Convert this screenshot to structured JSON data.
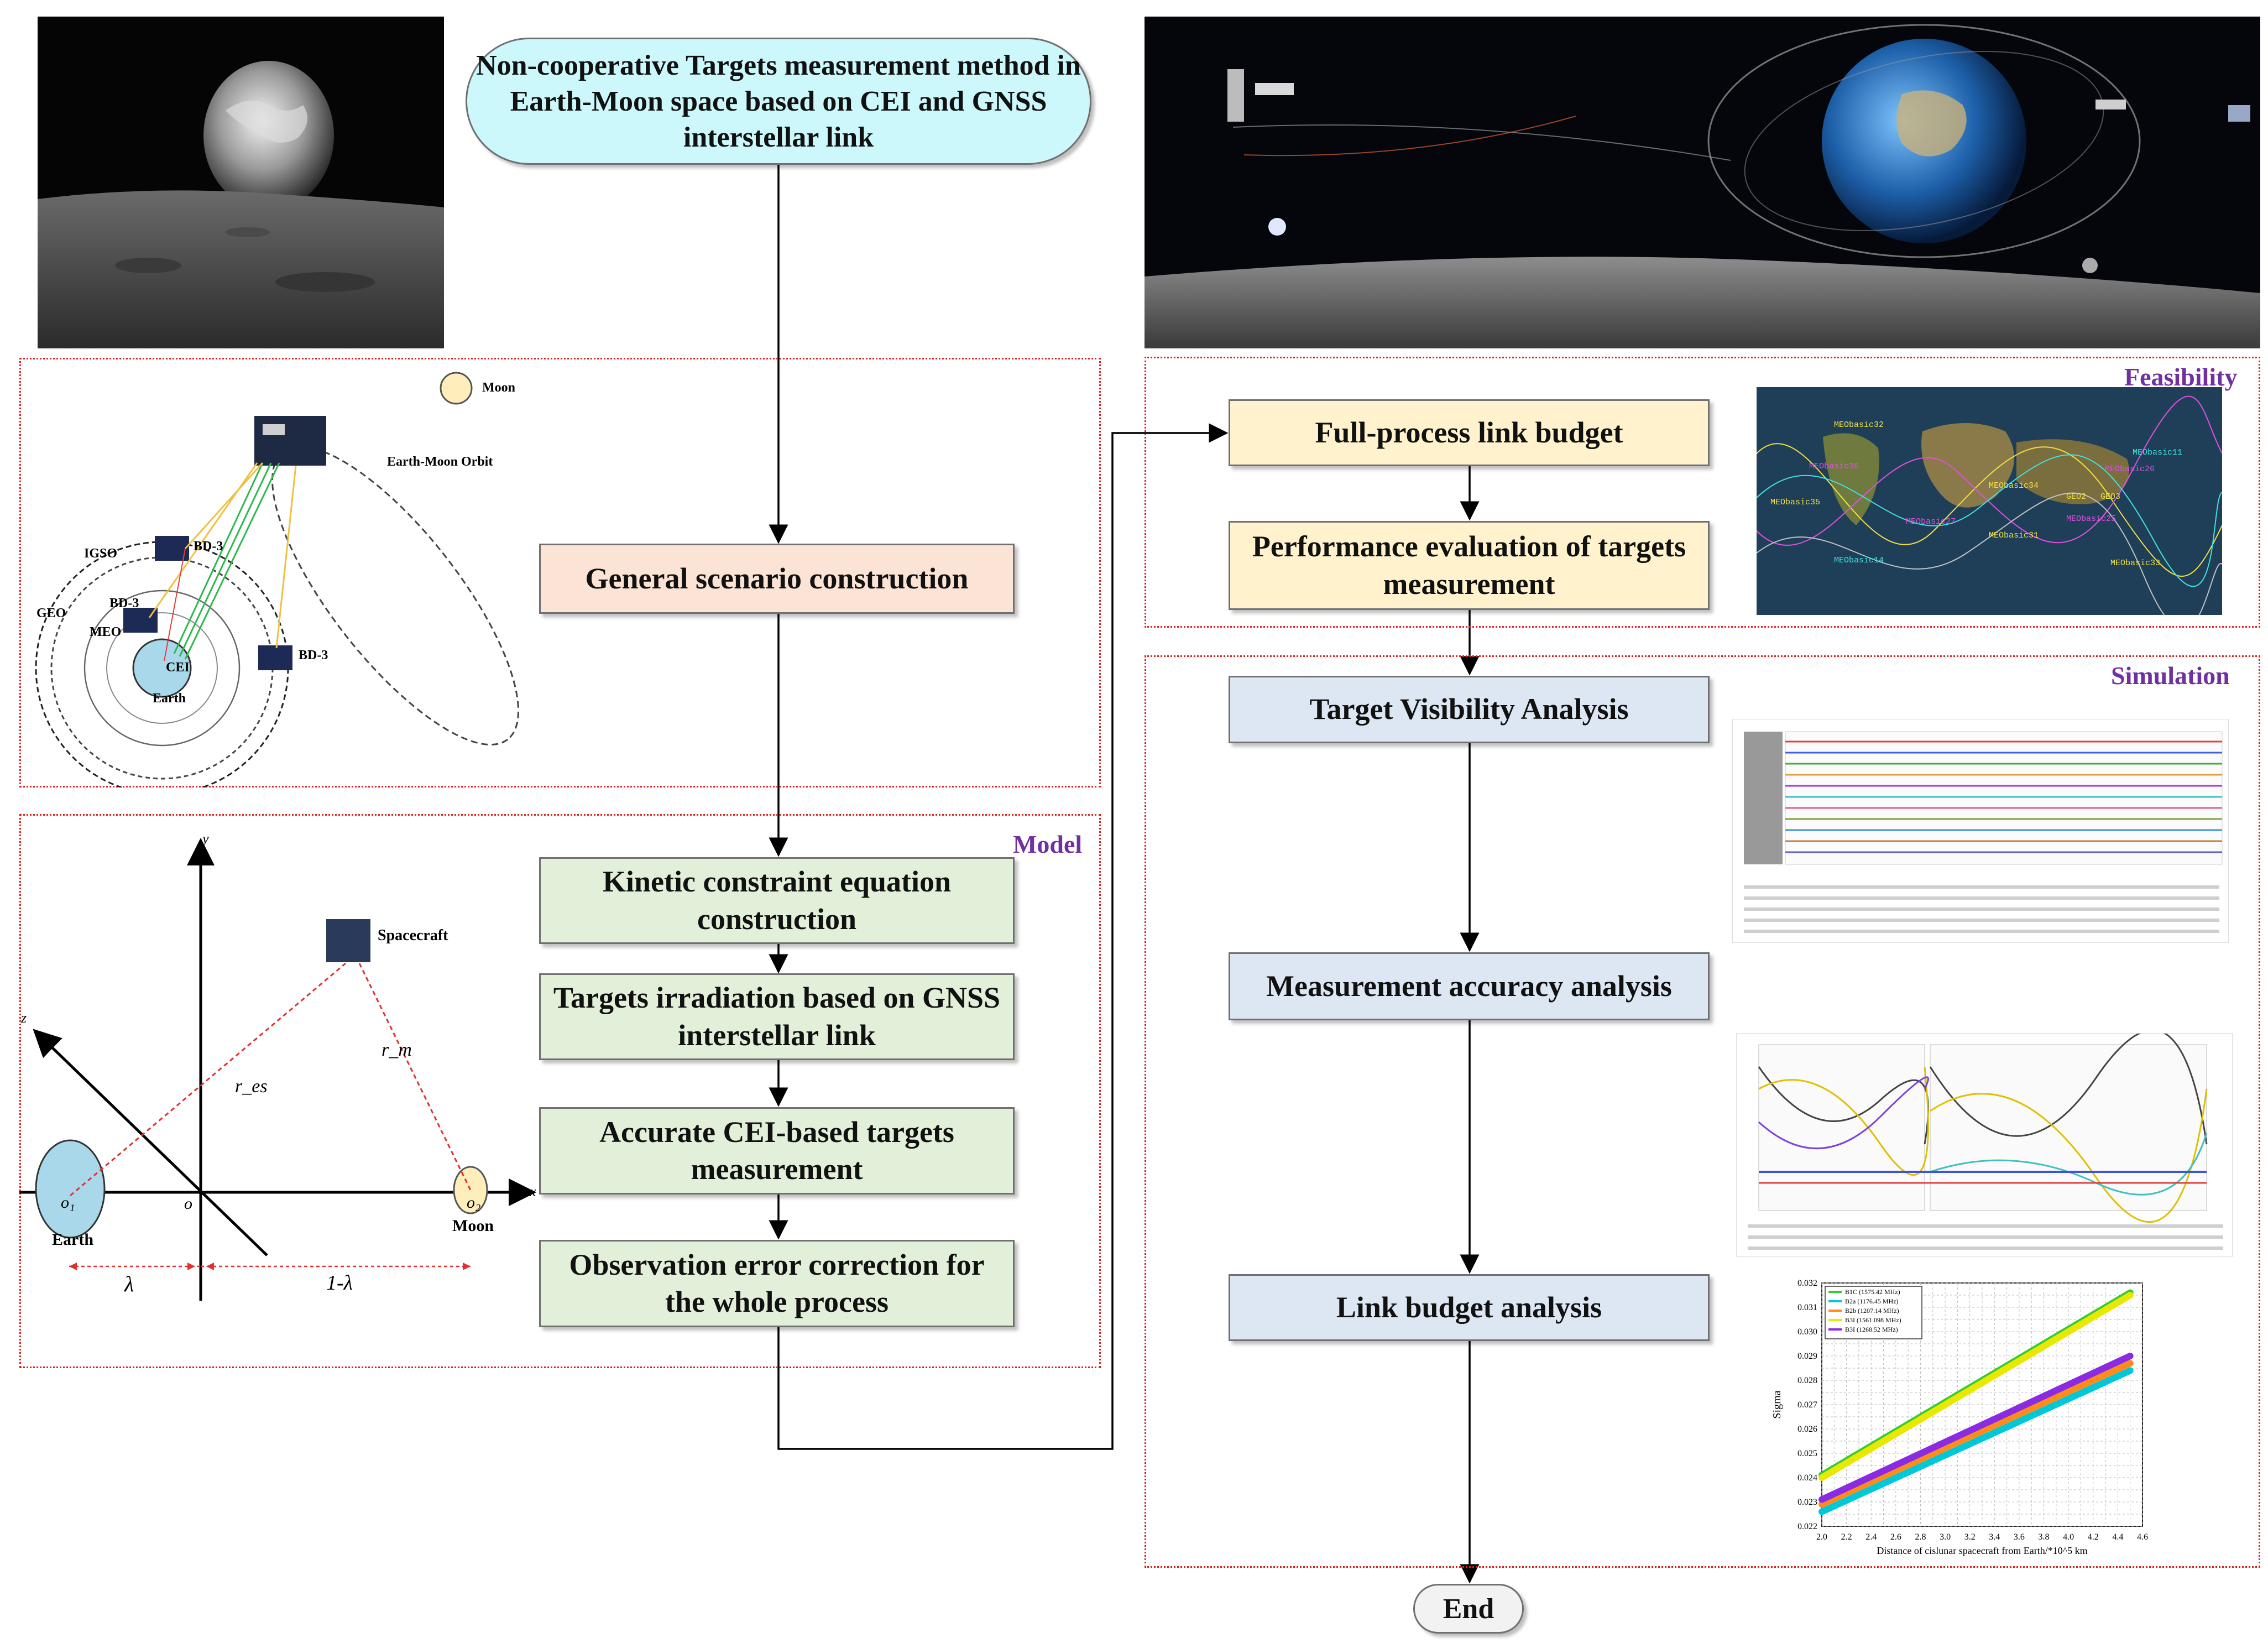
{
  "title": "Non-cooperative Targets measurement method in Earth-Moon space based on CEI and GNSS interstellar link",
  "left_flow": {
    "general": "General scenario construction",
    "kinetic": "Kinetic constraint equation construction",
    "irradiation": "Targets irradiation based on GNSS interstellar link",
    "cei": "Accurate CEI-based targets measurement",
    "correction": "Observation error correction for the whole process"
  },
  "right_flow": {
    "link_budget_full": "Full-process link budget",
    "performance": "Performance evaluation of targets measurement",
    "visibility": "Target Visibility Analysis",
    "accuracy": "Measurement accuracy analysis",
    "link_budget": "Link budget analysis",
    "end": "End"
  },
  "panels": {
    "model": "Model",
    "feasibility": "Feasibility",
    "simulation": "Simulation"
  },
  "scenario_labels": {
    "moon": "Moon",
    "orbit": "Earth-Moon Orbit",
    "igso": "IGSO",
    "geo": "GEO",
    "meo": "MEO",
    "bd3_a": "BD-3",
    "bd3_b": "BD-3",
    "bd3_c": "BD-3",
    "cei": "CEI",
    "earth": "Earth"
  },
  "model_labels": {
    "spacecraft": "Spacecraft",
    "earth": "Earth",
    "moon": "Moon",
    "y": "y",
    "z": "z",
    "x": "x",
    "o": "o",
    "o1": "o₁",
    "o2": "o₂",
    "res": "r_es",
    "rm": "r_m",
    "lambda": "λ",
    "one_minus_lambda": "1-λ"
  },
  "map_labels": [
    "MEObasic32",
    "MEObasic36",
    "MEObasic11",
    "MEObasic35",
    "MEObasic26",
    "MEObasic34",
    "MEObasic33",
    "GEO2",
    "GEO3",
    "MEObasic25",
    "MEObasic27",
    "MEObasic31",
    "MEObasic14"
  ],
  "link_chart": {
    "legend": [
      "B1C (1575.42 MHz)",
      "B2a (1176.45 MHz)",
      "B2b (1207.14 MHz)",
      "B3I (1561.098 MHz)",
      "B3I (1268.52 MHz)"
    ],
    "xlabel": "Distance of cislunar spacecraft from Earth/*10^5 km",
    "ylabel": "Sigma",
    "x_ticks": [
      "2.0",
      "2.2",
      "2.4",
      "2.6",
      "2.8",
      "3.0",
      "3.2",
      "3.4",
      "3.6",
      "3.8",
      "4.0",
      "4.2",
      "4.4",
      "4.6"
    ],
    "y_ticks": [
      "0.022",
      "0.023",
      "0.024",
      "0.025",
      "0.026",
      "0.027",
      "0.028",
      "0.029",
      "0.030",
      "0.031",
      "0.032"
    ]
  },
  "colors": {
    "panel_tag": "#7030a0",
    "panel_border": "#e02020",
    "peach": "#fbe4d5",
    "green": "#e2efd9",
    "cream": "#fff2cc",
    "blue": "#dde7f3",
    "cyan": "#ccf8fb"
  },
  "chart_data": {
    "type": "line",
    "xlabel": "Distance of cislunar spacecraft from Earth/*10^5 km",
    "ylabel": "Sigma",
    "xlim": [
      2.0,
      4.6
    ],
    "ylim": [
      0.022,
      0.032
    ],
    "grid": true,
    "legend": "top-left",
    "series": [
      {
        "name": "B1C (1575.42 MHz)",
        "x": [
          2.0,
          4.5
        ],
        "y": [
          0.0241,
          0.0316
        ],
        "color": "#32cd32"
      },
      {
        "name": "B2a (1176.45 MHz)",
        "x": [
          2.0,
          4.5
        ],
        "y": [
          0.0226,
          0.0284
        ],
        "color": "#00c8d8"
      },
      {
        "name": "B2b (1207.14 MHz)",
        "x": [
          2.0,
          4.5
        ],
        "y": [
          0.0229,
          0.0287
        ],
        "color": "#ff8c1a"
      },
      {
        "name": "B3I (1561.098 MHz)",
        "x": [
          2.0,
          4.5
        ],
        "y": [
          0.024,
          0.0315
        ],
        "color": "#e8e800"
      },
      {
        "name": "B3I (1268.52 MHz)",
        "x": [
          2.0,
          4.5
        ],
        "y": [
          0.0231,
          0.029
        ],
        "color": "#8a2be2"
      }
    ]
  }
}
